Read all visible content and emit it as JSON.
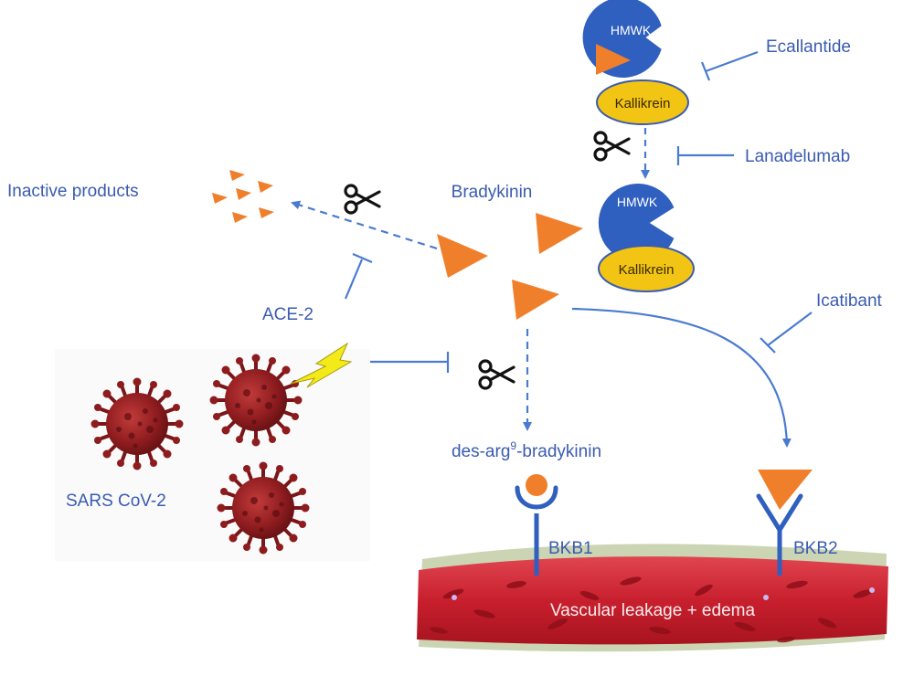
{
  "labels": {
    "inactive_products": "Inactive products",
    "bradykinin": "Bradykinin",
    "ace2": "ACE-2",
    "sars_cov2": "SARS CoV-2",
    "des_arg_prefix": "des-arg",
    "des_arg_sup": "9",
    "des_arg_suffix": "-bradykinin",
    "bkb1": "BKB1",
    "bkb2": "BKB2",
    "vascular": "Vascular leakage + edema"
  },
  "complexes": [
    {
      "hmwk": "HMWK",
      "kallikrein": "Kallikrein"
    },
    {
      "hmwk": "HMWK",
      "kallikrein": "Kallikrein"
    }
  ],
  "drugs": {
    "ecallantide": "Ecallantide",
    "lanadelumab": "Lanadelumab",
    "icatibant": "Icatibant"
  },
  "colors": {
    "text_blue": "#3a5bb0",
    "line_blue": "#4a7bd0",
    "receptor_blue": "#2f5fbf",
    "orange": "#f07f2c",
    "kallikrein_yellow": "#f2c414",
    "vessel_red": "#c81f2e",
    "virus_red": "#8e1c1f",
    "lightning_yellow": "#f3ea1a"
  },
  "icons": {
    "scissors": "scissors-icon",
    "virus": "virus-icon",
    "lightning": "lightning-icon"
  }
}
